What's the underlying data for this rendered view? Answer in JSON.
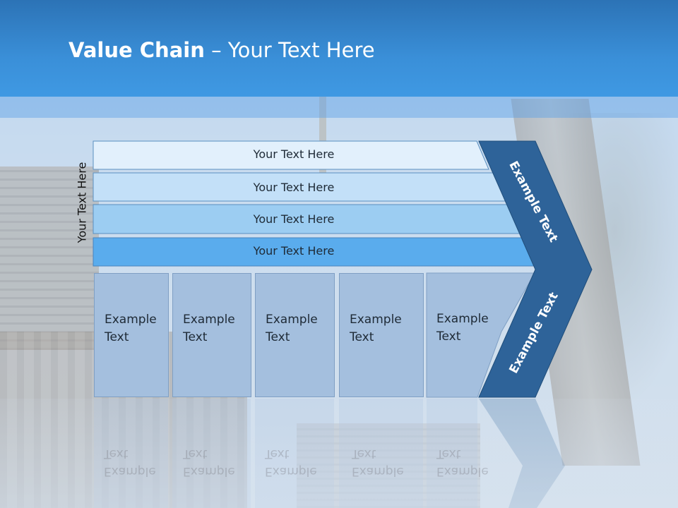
{
  "slide": {
    "title_bold": "Value Chain",
    "title_rest": " – Your Text Here"
  },
  "diagram": {
    "vertical_label": "Your Text Here",
    "rows": [
      {
        "label": "Your Text Here",
        "color": "#e2f0fc"
      },
      {
        "label": "Your Text Here",
        "color": "#c3e0f8"
      },
      {
        "label": "Your Text Here",
        "color": "#9ccdf2"
      },
      {
        "label": "Your Text Here",
        "color": "#5aaced"
      }
    ],
    "columns": [
      {
        "label_line1": "Example",
        "label_line2": "Text"
      },
      {
        "label_line1": "Example",
        "label_line2": "Text"
      },
      {
        "label_line1": "Example",
        "label_line2": "Text"
      },
      {
        "label_line1": "Example",
        "label_line2": "Text"
      },
      {
        "label_line1": "Example",
        "label_line2": "Text"
      }
    ],
    "chevron_top_label": "Example Text",
    "chevron_bottom_label": "Example Text",
    "chevron_color": "#2e6399"
  }
}
